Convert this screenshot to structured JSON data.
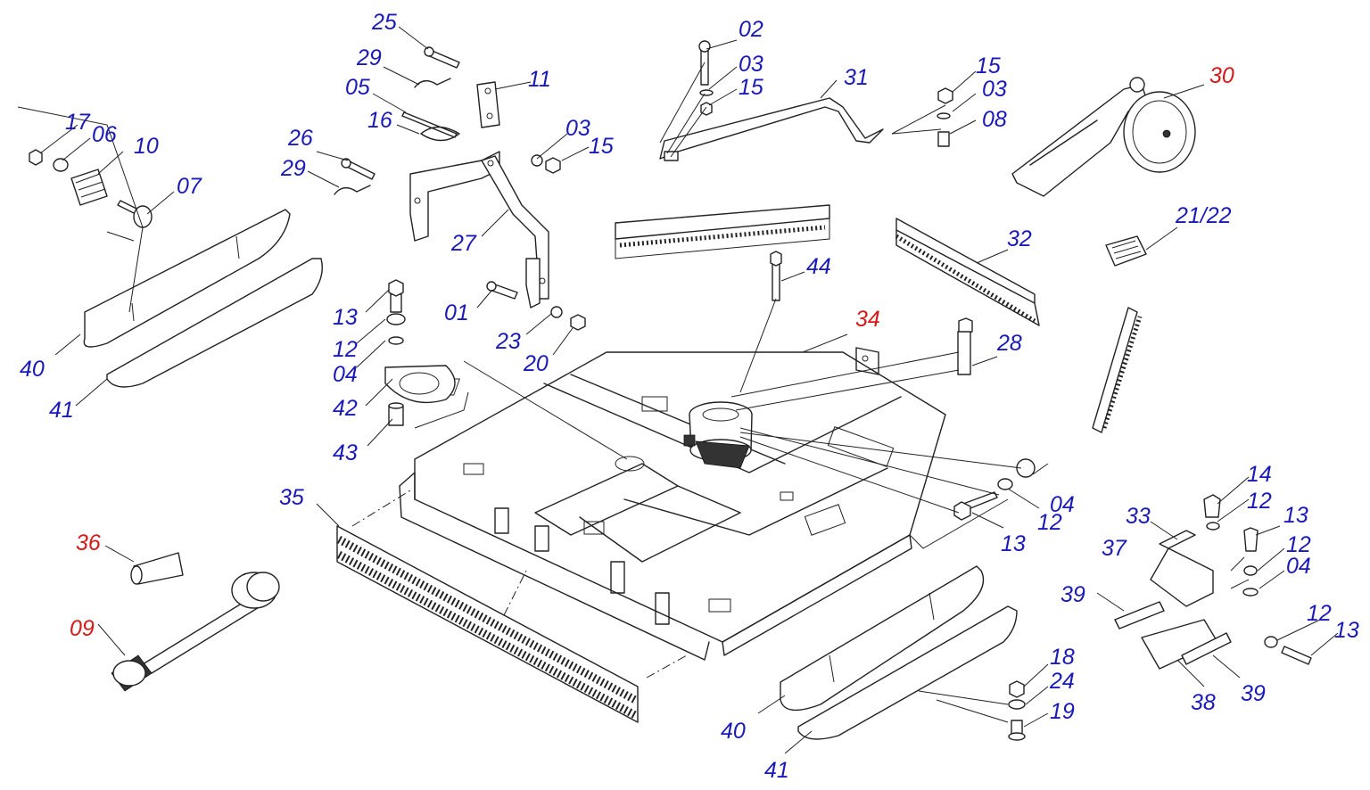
{
  "diagram": {
    "label_colors": {
      "standard": "#1a1ab8",
      "highlight": "#d61a1a"
    },
    "labels": [
      {
        "text": "25",
        "c": "blue"
      },
      {
        "text": "29",
        "c": "blue"
      },
      {
        "text": "11",
        "c": "blue"
      },
      {
        "text": "05",
        "c": "blue"
      },
      {
        "text": "16",
        "c": "blue"
      },
      {
        "text": "26",
        "c": "blue"
      },
      {
        "text": "29",
        "c": "blue"
      },
      {
        "text": "03",
        "c": "blue"
      },
      {
        "text": "15",
        "c": "blue"
      },
      {
        "text": "27",
        "c": "blue"
      },
      {
        "text": "01",
        "c": "blue"
      },
      {
        "text": "23",
        "c": "blue"
      },
      {
        "text": "20",
        "c": "blue"
      },
      {
        "text": "17",
        "c": "blue"
      },
      {
        "text": "06",
        "c": "blue"
      },
      {
        "text": "10",
        "c": "blue"
      },
      {
        "text": "07",
        "c": "blue"
      },
      {
        "text": "40",
        "c": "blue"
      },
      {
        "text": "41",
        "c": "blue"
      },
      {
        "text": "13",
        "c": "blue"
      },
      {
        "text": "12",
        "c": "blue"
      },
      {
        "text": "04",
        "c": "blue"
      },
      {
        "text": "42",
        "c": "blue"
      },
      {
        "text": "43",
        "c": "blue"
      },
      {
        "text": "02",
        "c": "blue"
      },
      {
        "text": "03",
        "c": "blue"
      },
      {
        "text": "15",
        "c": "blue"
      },
      {
        "text": "31",
        "c": "blue"
      },
      {
        "text": "15",
        "c": "blue"
      },
      {
        "text": "03",
        "c": "blue"
      },
      {
        "text": "08",
        "c": "blue"
      },
      {
        "text": "30",
        "c": "red"
      },
      {
        "text": "21/22",
        "c": "blue"
      },
      {
        "text": "32",
        "c": "blue"
      },
      {
        "text": "44",
        "c": "blue"
      },
      {
        "text": "34",
        "c": "red"
      },
      {
        "text": "28",
        "c": "blue"
      },
      {
        "text": "35",
        "c": "blue"
      },
      {
        "text": "36",
        "c": "red"
      },
      {
        "text": "09",
        "c": "red"
      },
      {
        "text": "04",
        "c": "blue"
      },
      {
        "text": "12",
        "c": "blue"
      },
      {
        "text": "13",
        "c": "blue"
      },
      {
        "text": "14",
        "c": "blue"
      },
      {
        "text": "12",
        "c": "blue"
      },
      {
        "text": "33",
        "c": "blue"
      },
      {
        "text": "13",
        "c": "blue"
      },
      {
        "text": "37",
        "c": "blue"
      },
      {
        "text": "12",
        "c": "blue"
      },
      {
        "text": "04",
        "c": "blue"
      },
      {
        "text": "39",
        "c": "blue"
      },
      {
        "text": "12",
        "c": "blue"
      },
      {
        "text": "13",
        "c": "blue"
      },
      {
        "text": "38",
        "c": "blue"
      },
      {
        "text": "39",
        "c": "blue"
      },
      {
        "text": "18",
        "c": "blue"
      },
      {
        "text": "24",
        "c": "blue"
      },
      {
        "text": "19",
        "c": "blue"
      },
      {
        "text": "40",
        "c": "blue"
      },
      {
        "text": "41",
        "c": "blue"
      }
    ]
  }
}
